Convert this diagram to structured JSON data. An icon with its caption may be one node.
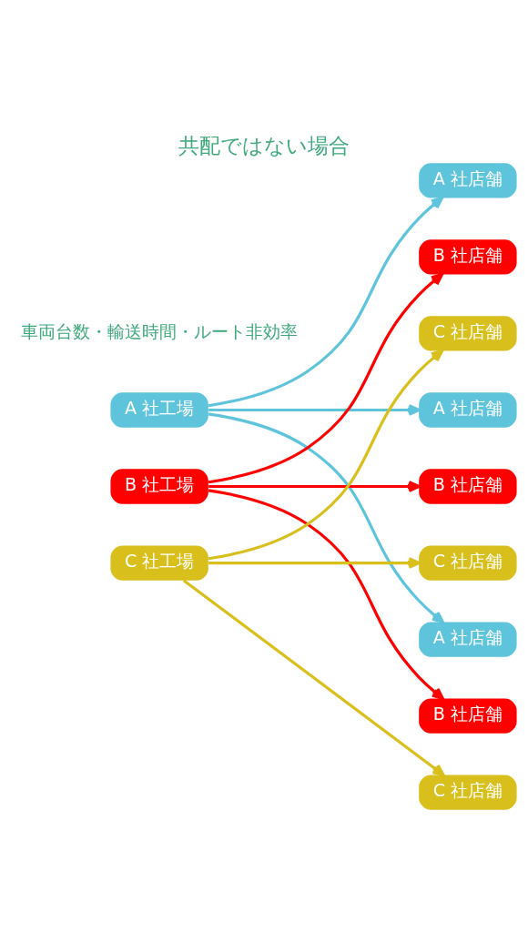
{
  "diagram": {
    "title": "共配ではない場合",
    "nodes": [
      {
        "text": [
          "A 社工場"
        ]
      },
      {
        "text": [
          "B 社工場"
        ]
      },
      {
        "text": [
          "C 社工場"
        ]
      },
      {
        "text": [
          "A 社店舗"
        ]
      },
      {
        "text": [
          "B 社店舗"
        ]
      },
      {
        "text": [
          "C 社店舗"
        ]
      },
      {
        "text": [
          "A 社店舗"
        ]
      },
      {
        "text": [
          "B 社店舗"
        ]
      },
      {
        "text": [
          "C 社店舗"
        ]
      },
      {
        "text": [
          "A 社店舗"
        ]
      },
      {
        "text": [
          "B 社店舗"
        ]
      },
      {
        "text": [
          "C 社店舗"
        ]
      }
    ],
    "edges": [
      {
        "from": 0,
        "to": 3,
        "arrow": "to",
        "color": "#5ec4dc"
      },
      {
        "from": 1,
        "to": 4,
        "arrow": "to",
        "color": "#ff0000"
      },
      {
        "from": 2,
        "to": 5,
        "arrow": "to",
        "color": "#d8bf1c"
      },
      {
        "from": 0,
        "to": 6,
        "arrow": "to",
        "color": "#5ec4dc"
      },
      {
        "from": 1,
        "to": 7,
        "arrow": "to",
        "color": "#ff0000"
      },
      {
        "from": 2,
        "to": 8,
        "arrow": "to",
        "color": "#d8bf1c"
      },
      {
        "from": 0,
        "to": 9,
        "arrow": "to",
        "color": "#5ec4dc"
      },
      {
        "from": 1,
        "to": 10,
        "arrow": "to",
        "color": "#ff0000"
      },
      {
        "from": 2,
        "to": 11,
        "arrow": "to",
        "color": "#d8bf1c"
      }
    ],
    "labels": [
      "車両台数・輸送時間・ルート非効率"
    ]
  }
}
